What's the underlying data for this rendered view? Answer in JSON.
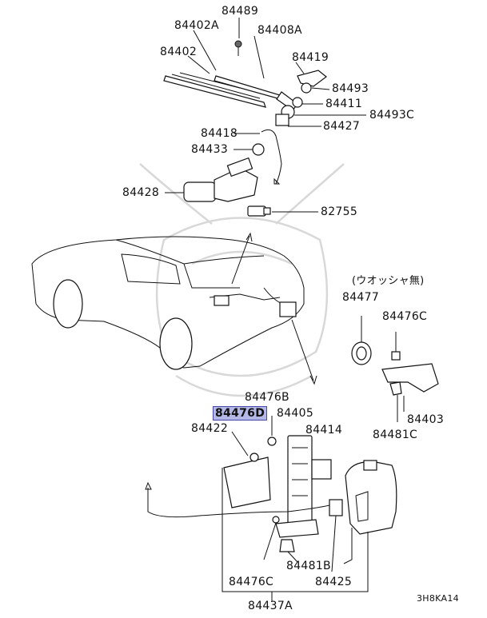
{
  "labels": {
    "p84489": "84489",
    "p84402A": "84402A",
    "p84408A": "84408A",
    "p84402": "84402",
    "p84419": "84419",
    "p84493": "84493",
    "p84411": "84411",
    "p84493C": "84493C",
    "p84418": "84418",
    "p84427": "84427",
    "p84433": "84433",
    "p84428": "84428",
    "p82755": "82755",
    "washer_note": "(ウオッシャ無)",
    "p84477": "84477",
    "p84476C_top": "84476C",
    "p84476B": "84476B",
    "p84476D": "84476D",
    "p84405": "84405",
    "p84422": "84422",
    "p84414": "84414",
    "p84403": "84403",
    "p84481C": "84481C",
    "p84481B": "84481B",
    "p84476C_bottom": "84476C",
    "p84425": "84425",
    "p84437A": "84437A",
    "diagram_code": "3H8KA14"
  }
}
